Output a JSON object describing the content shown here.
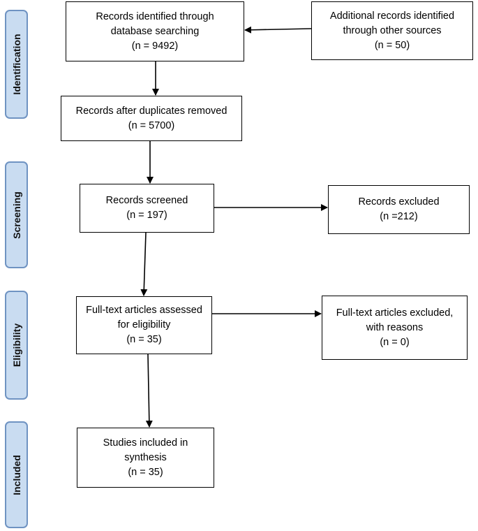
{
  "phases": {
    "identification": "Identification",
    "screening": "Screening",
    "eligibility": "Eligibility",
    "included": "Included"
  },
  "boxes": {
    "database_records": {
      "line1": "Records identified through",
      "line2": "database searching",
      "line3": "(n = 9492)"
    },
    "other_sources": {
      "line1": "Additional records identified",
      "line2": "through other sources",
      "line3": "(n = 50)"
    },
    "after_duplicates": {
      "line1": "Records after duplicates removed",
      "line2": "(n = 5700)"
    },
    "screened": {
      "line1": "Records screened",
      "line2": "(n = 197)"
    },
    "excluded": {
      "line1": "Records excluded",
      "line2": "(n =212)"
    },
    "fulltext_assessed": {
      "line1": "Full-text articles assessed",
      "line2": "for eligibility",
      "line3": "(n = 35)"
    },
    "fulltext_excluded": {
      "line1": "Full-text articles excluded,",
      "line2": "with reasons",
      "line3": "(n = 0)"
    },
    "included": {
      "line1": "Studies included in",
      "line2": "synthesis",
      "line3": "(n = 35)"
    }
  },
  "colors": {
    "phase_fill": "#c9dcf1",
    "phase_border": "#6f93c2",
    "box_border": "#000000"
  }
}
